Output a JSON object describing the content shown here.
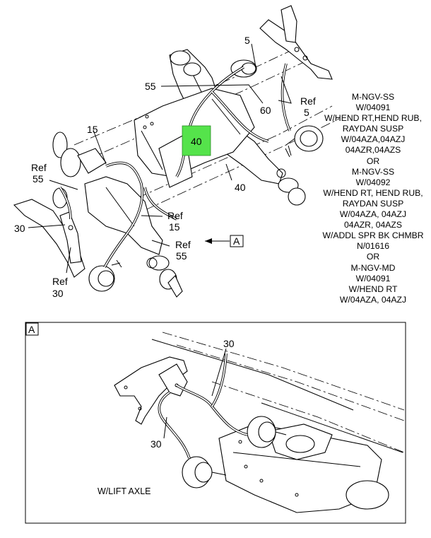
{
  "callouts": {
    "c5": "5",
    "c55_top": "55",
    "c60": "60",
    "ref5_a": "Ref",
    "ref5_b": "5",
    "c15": "15",
    "c40_box": "40",
    "c40": "40",
    "ref55_left_a": "Ref",
    "ref55_left_b": "55",
    "c30": "30",
    "ref15_a": "Ref",
    "ref15_b": "15",
    "ref55_mid_a": "Ref",
    "ref55_mid_b": "55",
    "ref30_a": "Ref",
    "ref30_b": "30",
    "view_ref": "A"
  },
  "notes": [
    "M-NGV-SS",
    "W/04091",
    "W/HEND RT,HEND RUB,",
    "RAYDAN SUSP",
    "W/04AZA,04AZJ",
    "04AZR,04AZS",
    "OR",
    "M-NGV-SS",
    "W/04092",
    "W/HEND RT, HEND RUB,",
    "RAYDAN SUSP",
    "W/04AZA, 04AZJ",
    "04AZR, 04AZS",
    "W/ADDL SPR BK CHMBR",
    "N/01616",
    "OR",
    "M-NGV-MD",
    "W/04091",
    "W/HEND RT",
    "W/04AZA, 04AZJ"
  ],
  "detail": {
    "tag": "A",
    "c30_top": "30",
    "c30_left": "30",
    "caption": "W/LIFT AXLE"
  },
  "colors": {
    "highlight": "#55e34b",
    "line": "#000000"
  }
}
